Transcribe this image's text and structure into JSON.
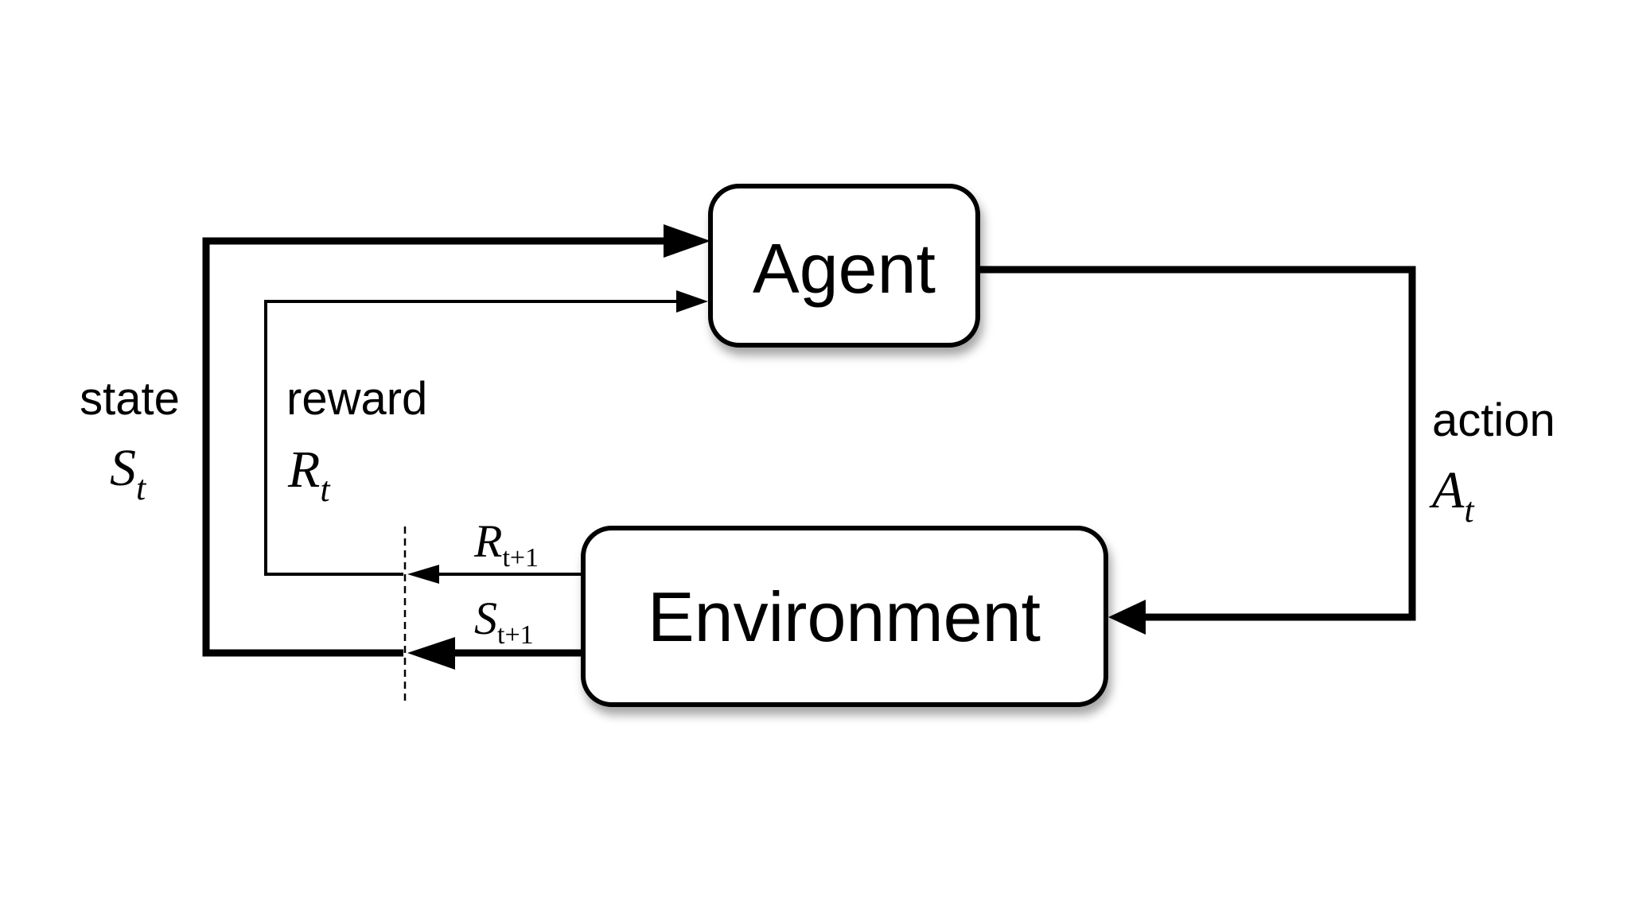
{
  "nodes": {
    "agent": {
      "label": "Agent"
    },
    "environment": {
      "label": "Environment"
    }
  },
  "labels": {
    "state_word": "state",
    "state_sym": "S",
    "state_sub": "t",
    "reward_word": "reward",
    "reward_sym": "R",
    "reward_sub": "t",
    "action_word": "action",
    "action_sym": "A",
    "action_sub": "t",
    "next_reward_sym": "R",
    "next_reward_sub": "t+1",
    "next_state_sym": "S",
    "next_state_sub": "t+1"
  },
  "colors": {
    "line": "#000000",
    "box_fill": "#ffffff",
    "background": "#ffffff"
  }
}
